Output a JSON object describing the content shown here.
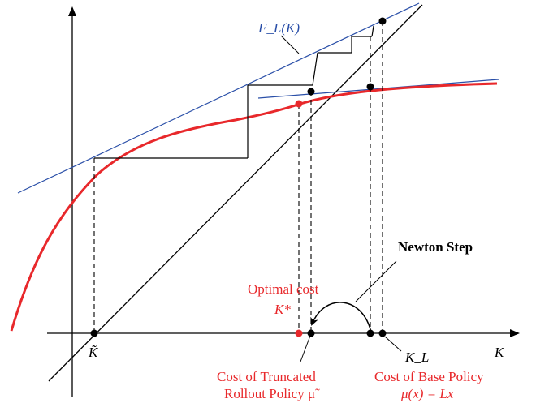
{
  "colors": {
    "cost_curve": "#e8282b",
    "tangent_lines": "#2a4fa8",
    "axes": "#000000",
    "highlight_point": "#e8282b"
  },
  "labels": {
    "F_L": "F_L(K)",
    "newton_step": "Newton Step",
    "optimal_cost_line1": "Optimal cost",
    "optimal_cost_line2": "K*",
    "k_tilde": "K̃",
    "k_L": "K_L",
    "axis_K": "K",
    "truncated_line1": "Cost of Truncated",
    "truncated_line2": "Rollout Policy μ̃",
    "base_line1": "Cost of Base Policy",
    "base_line2": "μ(x) = Lx"
  }
}
